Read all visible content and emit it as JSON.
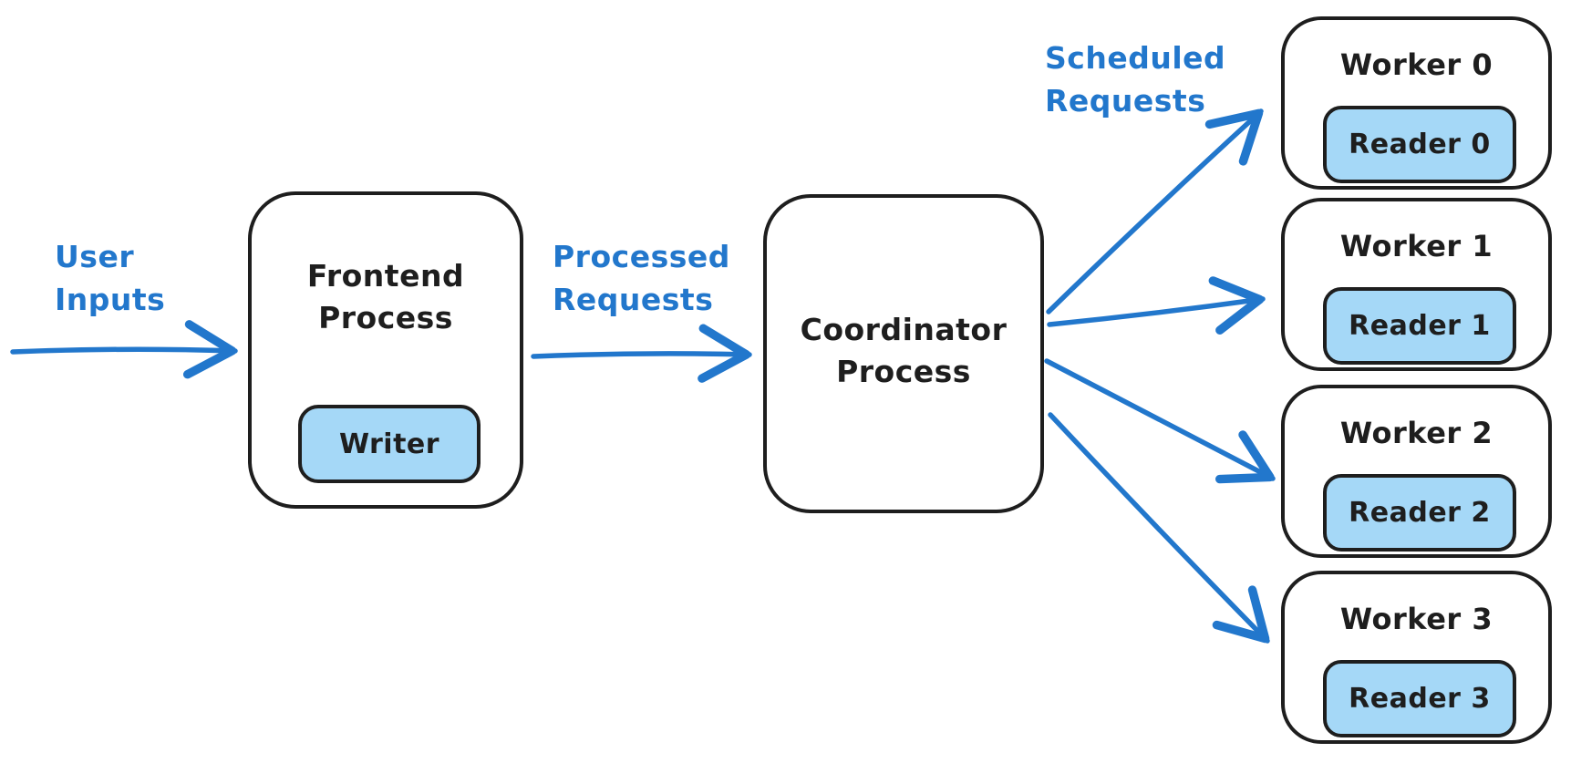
{
  "colors": {
    "accent_blue": "#2277cc",
    "node_fill_blue": "#a5d8f7",
    "ink": "#1e1e1e",
    "background": "#ffffff"
  },
  "labels": {
    "user_inputs": "User\nInputs",
    "processed_requests": "Processed\nRequests",
    "scheduled_requests": "Scheduled\nRequests"
  },
  "nodes": {
    "frontend": {
      "title": "Frontend\nProcess",
      "writer": "Writer"
    },
    "coordinator": {
      "title": "Coordinator\nProcess"
    },
    "workers": [
      {
        "title": "Worker 0",
        "reader": "Reader 0"
      },
      {
        "title": "Worker 1",
        "reader": "Reader 1"
      },
      {
        "title": "Worker 2",
        "reader": "Reader 2"
      },
      {
        "title": "Worker 3",
        "reader": "Reader 3"
      }
    ]
  }
}
